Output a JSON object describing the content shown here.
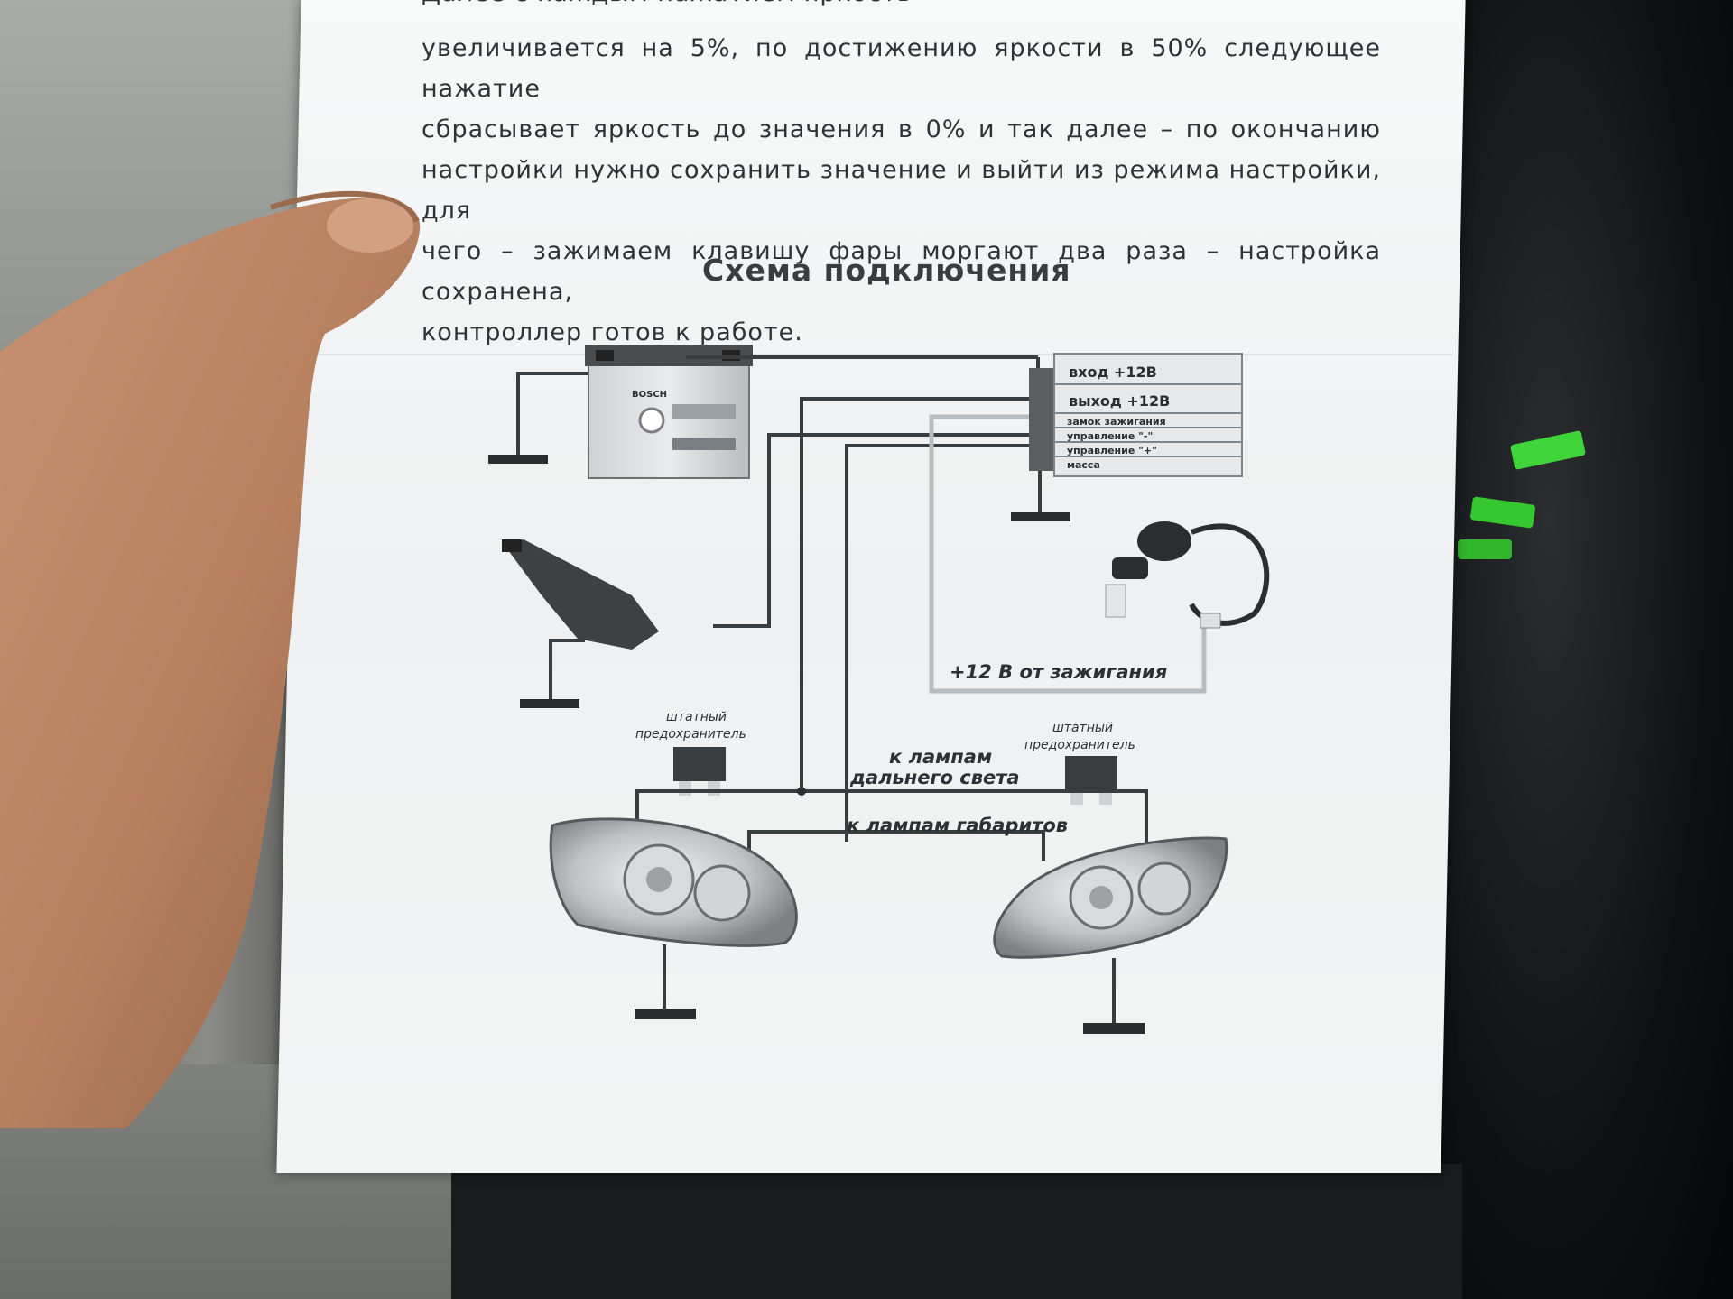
{
  "document": {
    "instruction_lines": [
      "Далее с каждым нажатием яркость",
      "увеличивается на 5%, по достижению яркости в 50% следующее нажатие",
      "сбрасывает яркость до значения в 0% и так далее – по окончанию",
      "настройки нужно сохранить значение и выйти из режима настройки, для",
      "чего – зажимаем клавишу фары моргают два раза – настройка сохранена,",
      "контроллер готов к работе."
    ],
    "section_title": "Схема подключения"
  },
  "diagram": {
    "controller_terminals": [
      "вход +12В",
      "выход +12В",
      "замок зажигания",
      "управление \"-\"",
      "управление \"+\"",
      "масса"
    ],
    "battery_brand": "BOSCH",
    "ignition_label": "+12 В от зажигания",
    "fuse_left_label": [
      "штатный",
      "предохранитель"
    ],
    "fuse_right_label": [
      "штатный",
      "предохранитель"
    ],
    "high_beam_label": [
      "к лампам",
      "дальнего света"
    ],
    "parking_label": "к лампам габаритов"
  }
}
